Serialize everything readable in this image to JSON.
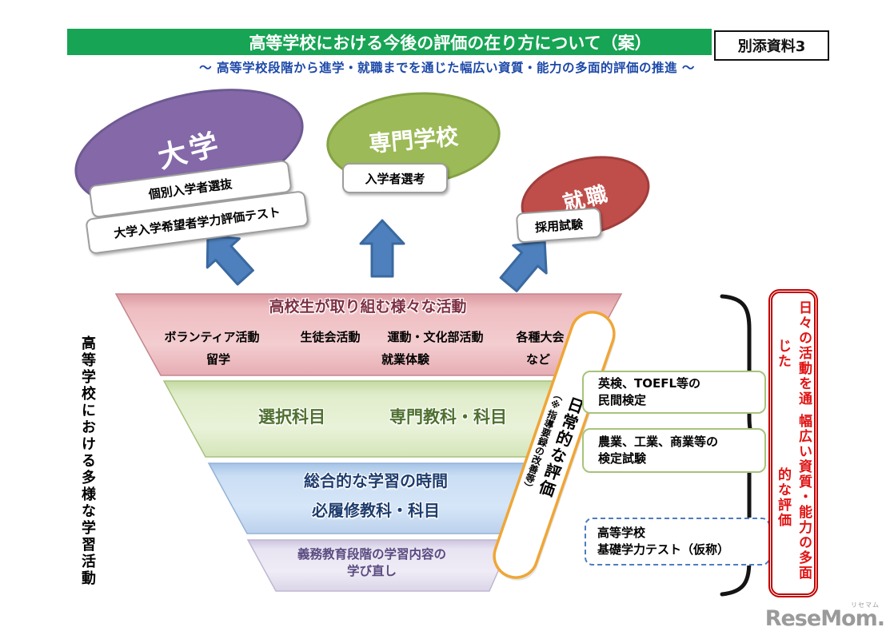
{
  "header": {
    "title": "高等学校における今後の評価の在り方について（案）",
    "badge": "別添資料3",
    "subtitle": "～ 高等学校段階から進学・就職までを通じた幅広い資質・能力の多面的評価の推進 ～"
  },
  "destinations": {
    "university": "大学",
    "university_boxes": [
      "個別入学者選抜",
      "大学入学希望者学力評価テスト"
    ],
    "vocational": "専門学校",
    "vocational_box": "入学者選考",
    "employment": "就職",
    "employment_box": "採用試験"
  },
  "left_axis_label": "高等学校における多様な学習活動",
  "funnel": {
    "layer1_title": "高校生が取り組む様々な活動",
    "layer1_row1": [
      "ボランティア活動",
      "生徒会活動",
      "運動・文化部活動",
      "各種大会"
    ],
    "layer1_row2": [
      "留学",
      "就業体験",
      "など"
    ],
    "layer2_items": [
      "選択科目",
      "専門教科・科目"
    ],
    "layer3_lines": [
      "総合的な学習の時間",
      "必履修教科・科目"
    ],
    "layer4_lines": [
      "義務教育段階の学習内容の",
      "学び直し"
    ]
  },
  "daily_band": {
    "main": "日常的な評価",
    "note": "（※指導要録の改善等）"
  },
  "side_boxes": {
    "box1_lines": [
      "英検、TOEFL等の",
      "民間検定"
    ],
    "box2_lines": [
      "農業、工業、商業等の",
      "検定試験"
    ],
    "box3_lines": [
      "高等学校",
      "基礎学力テスト（仮称）"
    ]
  },
  "right_panel": {
    "line1": "日々の活動を通じた",
    "line2": "幅広い資質・能力の多面的な評価"
  },
  "logo": {
    "text": "ReseMom.",
    "ruby": "リセマム"
  },
  "colors": {
    "header_green": "#17a454",
    "subtitle_blue": "#1c48a8",
    "university_purple": "#8468a8",
    "vocational_green": "#9cba57",
    "employment_red": "#bf4e4b",
    "arrow_blue": "#4d80bc",
    "band_orange": "#efa637",
    "panel_red": "#d01414",
    "funnel_pink": "#eebdc1",
    "funnel_green": "#e0edcb",
    "funnel_blue": "#cadef4",
    "funnel_purple": "#e7e3f1"
  }
}
